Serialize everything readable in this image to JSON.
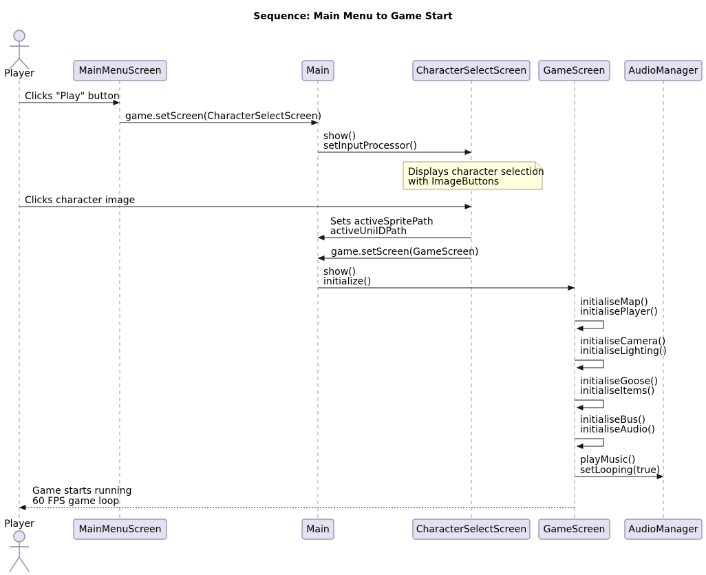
{
  "title": "Sequence: Main Menu to Game Start",
  "participants": [
    {
      "name": "Player",
      "type": "actor"
    },
    {
      "name": "MainMenuScreen",
      "type": "participant"
    },
    {
      "name": "Main",
      "type": "participant"
    },
    {
      "name": "CharacterSelectScreen",
      "type": "participant"
    },
    {
      "name": "GameScreen",
      "type": "participant"
    },
    {
      "name": "AudioManager",
      "type": "participant"
    }
  ],
  "messages": [
    {
      "from": "Player",
      "to": "MainMenuScreen",
      "type": "solid",
      "lines": [
        "Clicks \"Play\" button"
      ]
    },
    {
      "from": "MainMenuScreen",
      "to": "Main",
      "type": "solid",
      "lines": [
        "game.setScreen(CharacterSelectScreen)"
      ]
    },
    {
      "from": "Main",
      "to": "CharacterSelectScreen",
      "type": "solid",
      "lines": [
        "show()",
        "setInputProcessor()"
      ]
    },
    {
      "from": "Player",
      "to": "CharacterSelectScreen",
      "type": "solid",
      "lines": [
        "Clicks character image"
      ]
    },
    {
      "from": "CharacterSelectScreen",
      "to": "Main",
      "type": "solid",
      "lines": [
        "Sets activeSpritePath",
        "activeUniIDPath"
      ]
    },
    {
      "from": "CharacterSelectScreen",
      "to": "Main",
      "type": "solid",
      "lines": [
        "game.setScreen(GameScreen)"
      ]
    },
    {
      "from": "Main",
      "to": "GameScreen",
      "type": "solid",
      "lines": [
        "show()",
        "initialize()"
      ]
    },
    {
      "from": "GameScreen",
      "to": "GameScreen",
      "type": "self",
      "lines": [
        "initialiseMap()",
        "initialisePlayer()"
      ]
    },
    {
      "from": "GameScreen",
      "to": "GameScreen",
      "type": "self",
      "lines": [
        "initialiseCamera()",
        "initialiseLighting()"
      ]
    },
    {
      "from": "GameScreen",
      "to": "GameScreen",
      "type": "self",
      "lines": [
        "initialiseGoose()",
        "initialiseItems()"
      ]
    },
    {
      "from": "GameScreen",
      "to": "GameScreen",
      "type": "self",
      "lines": [
        "initialiseBus()",
        "initialiseAudio()"
      ]
    },
    {
      "from": "GameScreen",
      "to": "AudioManager",
      "type": "solid",
      "lines": [
        "playMusic()",
        "setLooping(true)"
      ]
    },
    {
      "from": "GameScreen",
      "to": "Player",
      "type": "dotted",
      "lines": [
        "Game starts running",
        "60 FPS game loop"
      ]
    }
  ],
  "note": {
    "attached_to": "CharacterSelectScreen",
    "lines": [
      "Displays character selection",
      "with ImageButtons"
    ]
  },
  "colors": {
    "participant_fill": "#E2E2F0",
    "participant_border": "#9898B8",
    "note_fill": "#FEFFDD",
    "note_border": "#9F9F84",
    "lifeline": "#999999",
    "message_line": "#181818",
    "text": "#000000",
    "background": "#FFFFFF"
  }
}
